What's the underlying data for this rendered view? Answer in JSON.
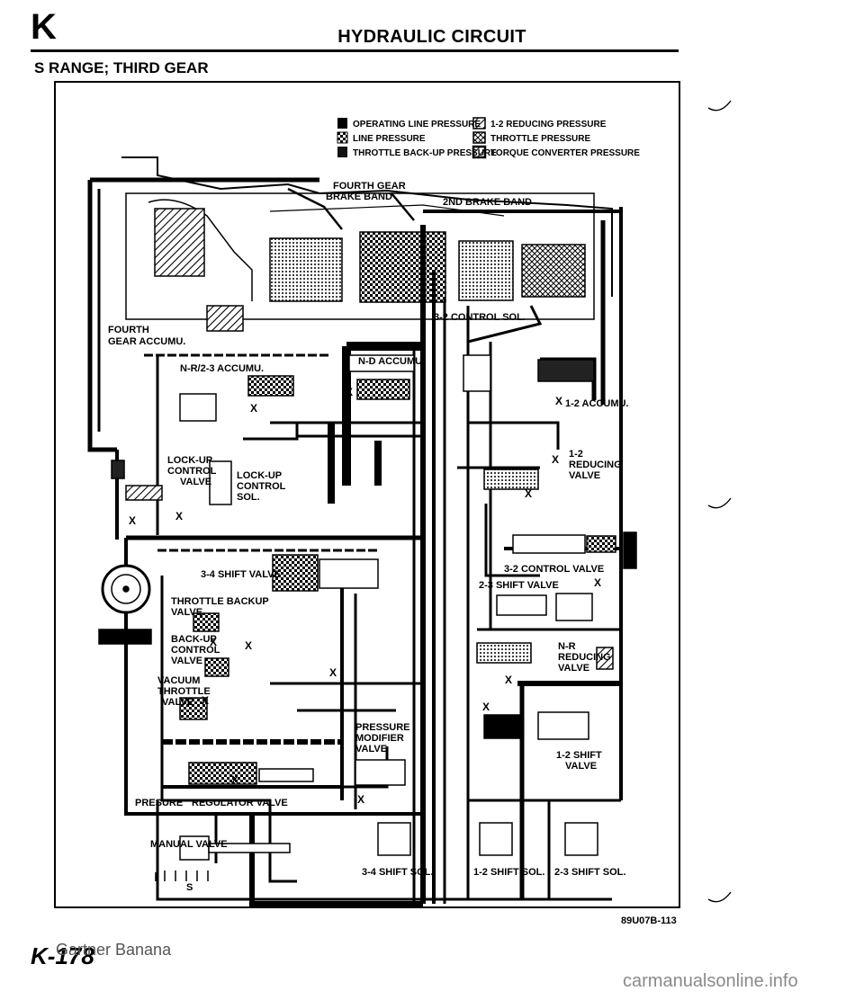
{
  "header": {
    "section_letter": "K",
    "title": "HYDRAULIC CIRCUIT",
    "subtitle": "S RANGE; THIRD GEAR"
  },
  "legend": [
    {
      "label": "OPERATING LINE PRESSURE",
      "pattern": "solid"
    },
    {
      "label": "LINE PRESSURE",
      "pattern": "checker"
    },
    {
      "label": "THROTTLE BACK-UP PRESSURE",
      "pattern": "solid-dark"
    },
    {
      "label": "1-2 REDUCING PRESSURE",
      "pattern": "diagonal"
    },
    {
      "label": "THROTTLE PRESSURE",
      "pattern": "cross"
    },
    {
      "label": "TORQUE CONVERTER PRESSURE",
      "pattern": "diagonal-box"
    }
  ],
  "labels": {
    "fourth_gear_brake_band": [
      "FOURTH GEAR",
      "BRAKE BAND"
    ],
    "second_brake_band": "2ND BRAKE BAND",
    "fourth_gear_accum": [
      "FOURTH",
      "GEAR ACCUMU."
    ],
    "n_r_2_3_accum": "N-R/2-3 ACCUMU.",
    "n_d_accum": "N-D ACCUMU.",
    "control_sol_3_2": "3-2 CONTROL SOL.",
    "accum_1_2": "1-2 ACCUMU.",
    "lockup_control_valve": [
      "LOCK-UP",
      "CONTROL",
      "VALVE"
    ],
    "lockup_control_sol": [
      "LOCK-UP",
      "CONTROL",
      "SOL."
    ],
    "reducing_valve_1_2": [
      "1-2",
      "REDUCING",
      "VALVE"
    ],
    "shift_valve_3_4": "3-4 SHIFT VALVE",
    "control_valve_3_2": "3-2 CONTROL VALVE",
    "shift_valve_2_3": "2-3 SHIFT VALVE",
    "throttle_backup_valve": [
      "THROTTLE BACKUP",
      "VALVE"
    ],
    "backup_control_valve": [
      "BACK-UP",
      "CONTROL",
      "VALVE"
    ],
    "n_r_reducing_valve": [
      "N-R",
      "REDUCING",
      "VALVE"
    ],
    "vacuum_throttle_valve": [
      "VACUUM",
      "THROTTLE",
      "VALVE"
    ],
    "pressure_modifier_valve": [
      "PRESSURE",
      "MODIFIER",
      "VALVE"
    ],
    "shift_valve_1_2": [
      "1-2 SHIFT",
      "VALVE"
    ],
    "pressure_regulator_valve": [
      "PRESURE",
      "REGULATOR VALVE"
    ],
    "manual_valve": "MANUAL VALVE",
    "manual_valve_s": "S",
    "sol_3_4_shift": "3-4 SHIFT SOL.",
    "sol_1_2_shift": "1-2 SHIFT SOL.",
    "sol_2_3_shift": "2-3 SHIFT SOL.",
    "drain_mark": "X"
  },
  "footer": {
    "reference_code": "89U07B-113",
    "page_number": "K-178",
    "watermark_left": "Gartner Banana",
    "watermark_right": "carmanualsonline.info"
  }
}
